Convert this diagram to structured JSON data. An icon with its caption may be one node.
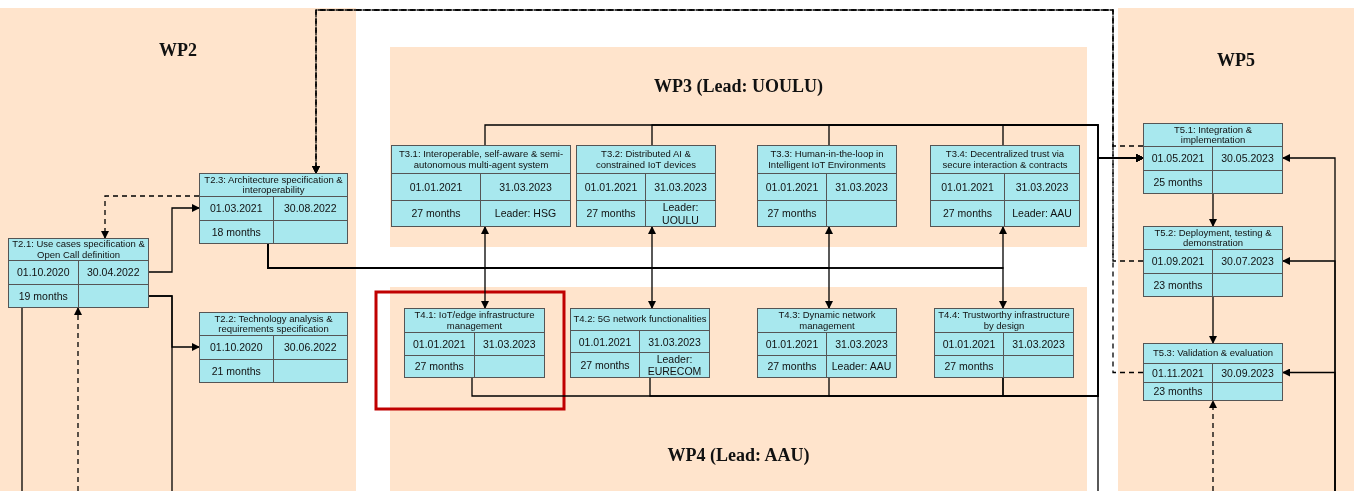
{
  "diagram": {
    "nodes": [
      {
        "text": [
          "WP2"
        ]
      },
      {
        "text": [
          "T2.1: Use cases specification & Open Call definition",
          "01.10.2020",
          "30.04.2022",
          "19 months"
        ],
        "in": 0
      },
      {
        "text": [
          "T2.2: Technology analysis & requirements specification",
          "01.10.2020",
          "30.06.2022",
          "21 months"
        ],
        "in": 0
      },
      {
        "text": [
          "T2.3: Architecture specification & interoperability",
          "01.03.2021",
          "30.08.2022",
          "18 months"
        ],
        "in": 0
      },
      {
        "text": [
          "WP3 (Lead: UOULU)"
        ]
      },
      {
        "text": [
          "T3.1: Interoperable, self-aware & semi-autonomous multi-agent system",
          "01.01.2021",
          "31.03.2023",
          "27 months",
          "Leader: HSG"
        ],
        "in": 4
      },
      {
        "text": [
          "T3.2: Distributed AI & constrained IoT devices",
          "01.01.2021",
          "31.03.2023",
          "27 months",
          "Leader: UOULU"
        ],
        "in": 4
      },
      {
        "text": [
          "T3.3: Human-in-the-loop in Intelligent IoT Environments",
          "01.01.2021",
          "31.03.2023",
          "27 months"
        ],
        "in": 4
      },
      {
        "text": [
          "T3.4: Decentralized trust via secure interaction & contracts",
          "01.01.2021",
          "31.03.2023",
          "27 months",
          "Leader: AAU"
        ],
        "in": 4
      },
      {
        "text": [
          "WP4 (Lead: AAU)"
        ]
      },
      {
        "text": [
          "T4.1: IoT/edge infrastructure management",
          "01.01.2021",
          "31.03.2023",
          "27 months"
        ],
        "in": 9
      },
      {
        "text": [
          "T4.2: 5G network functionalities",
          "01.01.2021",
          "31.03.2023",
          "27 months",
          "Leader: EURECOM"
        ],
        "in": 9
      },
      {
        "text": [
          "T4.3: Dynamic network management",
          "01.01.2021",
          "31.03.2023",
          "27 months",
          "Leader: AAU"
        ],
        "in": 9
      },
      {
        "text": [
          "T4.4: Trustworthy infrastructure by design",
          "01.01.2021",
          "31.03.2023",
          "27 months"
        ],
        "in": 9
      },
      {
        "text": [
          "WP5"
        ]
      },
      {
        "text": [
          "T5.1: Integration & implementation",
          "01.05.2021",
          "30.05.2023",
          "25 months"
        ],
        "in": 14
      },
      {
        "text": [
          "T5.2: Deployment, testing & demonstration",
          "01.09.2021",
          "30.07.2023",
          "23 months"
        ],
        "in": 14
      },
      {
        "text": [
          "T5.3: Validation & evaluation",
          "01.11.2021",
          "30.09.2023",
          "23 months"
        ],
        "in": 14
      }
    ],
    "edges": [
      {
        "from": 1,
        "to": 3,
        "arrow": "to"
      },
      {
        "from": 1,
        "to": 2,
        "arrow": "to"
      },
      {
        "from": 1,
        "to": null,
        "arrow": "none"
      },
      {
        "from": 1,
        "to": null,
        "arrow": "none"
      },
      {
        "from": null,
        "to": 1,
        "arrow": "to",
        "style": "dashed"
      },
      {
        "from": 3,
        "to": 1,
        "arrow": "to",
        "style": "dashed"
      },
      {
        "from": 15,
        "to": 3,
        "arrow": "to",
        "style": "dashed"
      },
      {
        "from": 16,
        "to": 3,
        "arrow": "to",
        "style": "dashed"
      },
      {
        "from": 17,
        "to": 3,
        "arrow": "to",
        "style": "dashed"
      },
      {
        "from": 3,
        "to": 5,
        "arrow": "to"
      },
      {
        "from": 3,
        "to": 6,
        "arrow": "to"
      },
      {
        "from": 3,
        "to": 7,
        "arrow": "to"
      },
      {
        "from": 3,
        "to": 8,
        "arrow": "to"
      },
      {
        "from": 3,
        "to": 10,
        "arrow": "to"
      },
      {
        "from": 3,
        "to": 11,
        "arrow": "to"
      },
      {
        "from": 3,
        "to": 12,
        "arrow": "to"
      },
      {
        "from": 3,
        "to": 13,
        "arrow": "to"
      },
      {
        "from": 5,
        "to": 15,
        "arrow": "to"
      },
      {
        "from": 6,
        "to": 15,
        "arrow": "to"
      },
      {
        "from": 7,
        "to": 15,
        "arrow": "to"
      },
      {
        "from": 8,
        "to": 15,
        "arrow": "to"
      },
      {
        "from": 10,
        "to": 15,
        "arrow": "to"
      },
      {
        "from": 11,
        "to": 15,
        "arrow": "to"
      },
      {
        "from": 12,
        "to": 15,
        "arrow": "to"
      },
      {
        "from": 13,
        "to": 15,
        "arrow": "to"
      },
      {
        "from": 13,
        "to": null,
        "arrow": "none"
      },
      {
        "from": null,
        "to": 15,
        "arrow": "to"
      },
      {
        "from": null,
        "to": 16,
        "arrow": "to"
      },
      {
        "from": null,
        "to": 17,
        "arrow": "to"
      },
      {
        "from": null,
        "to": 17,
        "arrow": "to",
        "style": "dashed"
      },
      {
        "from": 15,
        "to": 16,
        "arrow": "to"
      },
      {
        "from": 16,
        "to": 17,
        "arrow": "to"
      }
    ]
  }
}
